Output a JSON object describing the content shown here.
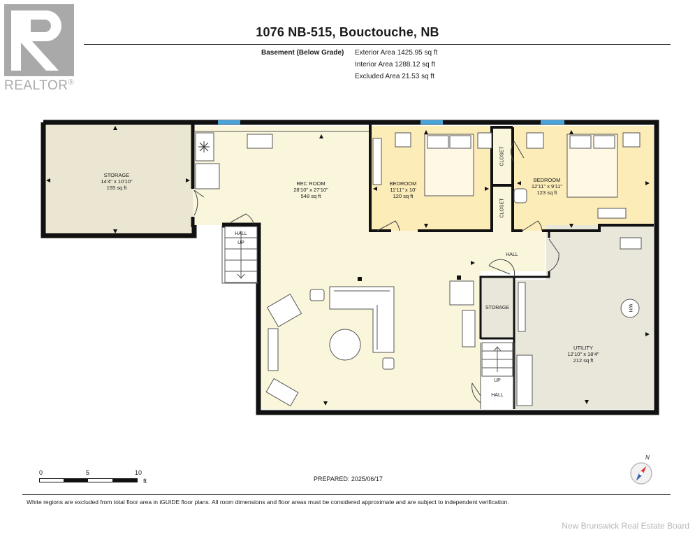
{
  "header": {
    "title": "1076 NB-515, Bouctouche, NB",
    "floor_label": "Basement (Below Grade)",
    "exterior_area": "Exterior Area 1425.95 sq ft",
    "interior_area": "Interior Area 1288.12 sq ft",
    "excluded_area": "Excluded Area 21.53 sq ft"
  },
  "logo": {
    "text": "REALTOR",
    "mark": "®",
    "icon": "realtor-logo-icon",
    "color": "#a9a9a9"
  },
  "rooms": {
    "storage_main": {
      "name": "STORAGE",
      "dims": "14'4\" x 10'10\"",
      "area": "155 sq ft"
    },
    "rec_room": {
      "name": "REC ROOM",
      "dims": "28'10\" x 27'10\"",
      "area": "548 sq ft"
    },
    "bedroom1": {
      "name": "BEDROOM",
      "dims": "11'11\" x 10'",
      "area": "120 sq ft"
    },
    "bedroom2": {
      "name": "BEDROOM",
      "dims": "12'11\" x 9'11\"",
      "area": "123 sq ft"
    },
    "utility": {
      "name": "UTILITY",
      "dims": "12'10\" x 18'4\"",
      "area": "212 sq ft"
    },
    "closet1": "CLOSET",
    "closet2": "CLOSET",
    "hall_top": "HALL",
    "up_top": "UP",
    "hall_right": "HALL",
    "storage_small": "STORAGE",
    "up_bottom": "UP",
    "hall_bottom": "HALL",
    "water_heater": "WH"
  },
  "scale": {
    "tick0": "0",
    "tick5": "5",
    "tick10": "10",
    "unit": "ft"
  },
  "prepared": "PREPARED: 2025/06/17",
  "compass": {
    "north": "N",
    "icon": "compass-icon"
  },
  "footer": "White regions are excluded from total floor area in iGUIDE floor plans. All room dimensions and floor areas must be considered approximate and are subject to independent verification.",
  "watermark": "New Brunswick Real Estate Board",
  "colors": {
    "gross_fill": "#faf6dc",
    "bedroom_fill": "#fcecb8",
    "storage_fill": "#ebe6d2",
    "utility_fill": "#e9e6da",
    "wall": "#111111",
    "window": "#4aa3d8"
  }
}
